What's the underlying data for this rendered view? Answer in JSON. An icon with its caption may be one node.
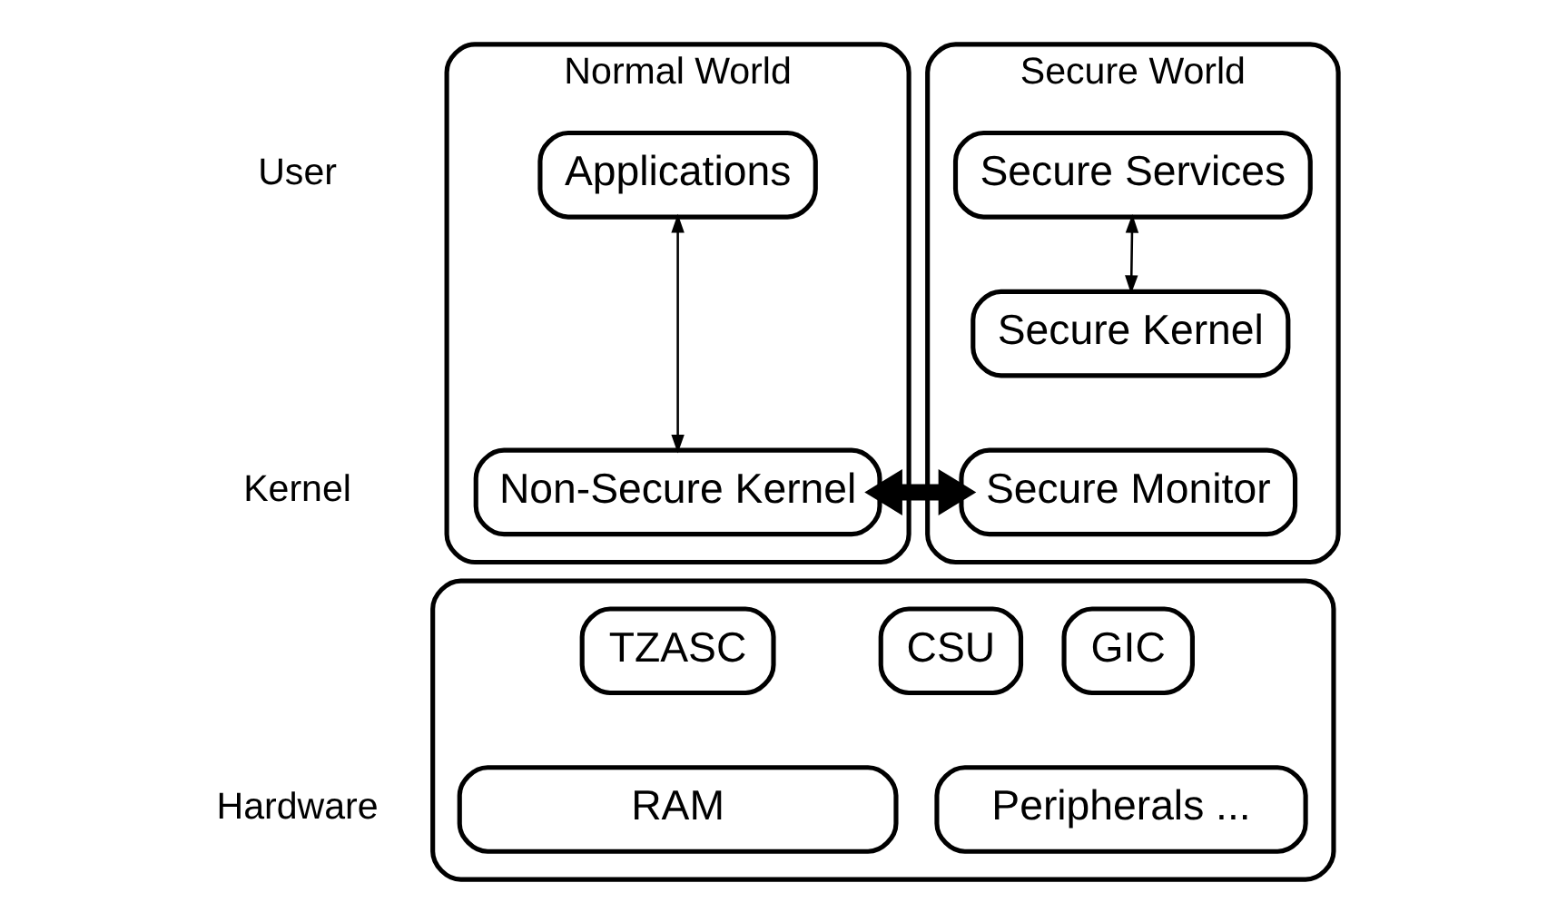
{
  "diagram": {
    "nodes": [
      {
        "text": [
          "Normal World"
        ]
      },
      {
        "text": [
          "Applications"
        ],
        "in": 0
      },
      {
        "text": [
          "Non-Secure Kernel"
        ],
        "in": 0
      },
      {
        "text": [
          "Secure World"
        ]
      },
      {
        "text": [
          "Secure Services"
        ],
        "in": 3
      },
      {
        "text": [
          "Secure Kernel"
        ],
        "in": 3
      },
      {
        "text": [
          "Secure Monitor"
        ],
        "in": 3
      },
      {
        "text": [],
        "shape": "box"
      },
      {
        "text": [
          "TZASC"
        ],
        "in": 7
      },
      {
        "text": [
          "CSU"
        ],
        "in": 7
      },
      {
        "text": [
          "GIC"
        ],
        "in": 7
      },
      {
        "text": [
          "RAM"
        ],
        "in": 7
      },
      {
        "text": [
          "Peripherals ..."
        ],
        "in": 7
      }
    ],
    "edges": [
      {
        "from": 1,
        "to": 2,
        "arrow": "both"
      },
      {
        "from": 4,
        "to": 5,
        "arrow": "both"
      },
      {
        "from": 2,
        "to": 6,
        "arrow": "both",
        "style": "thick"
      }
    ],
    "labels": [
      "User",
      "Kernel",
      "Hardware"
    ]
  }
}
